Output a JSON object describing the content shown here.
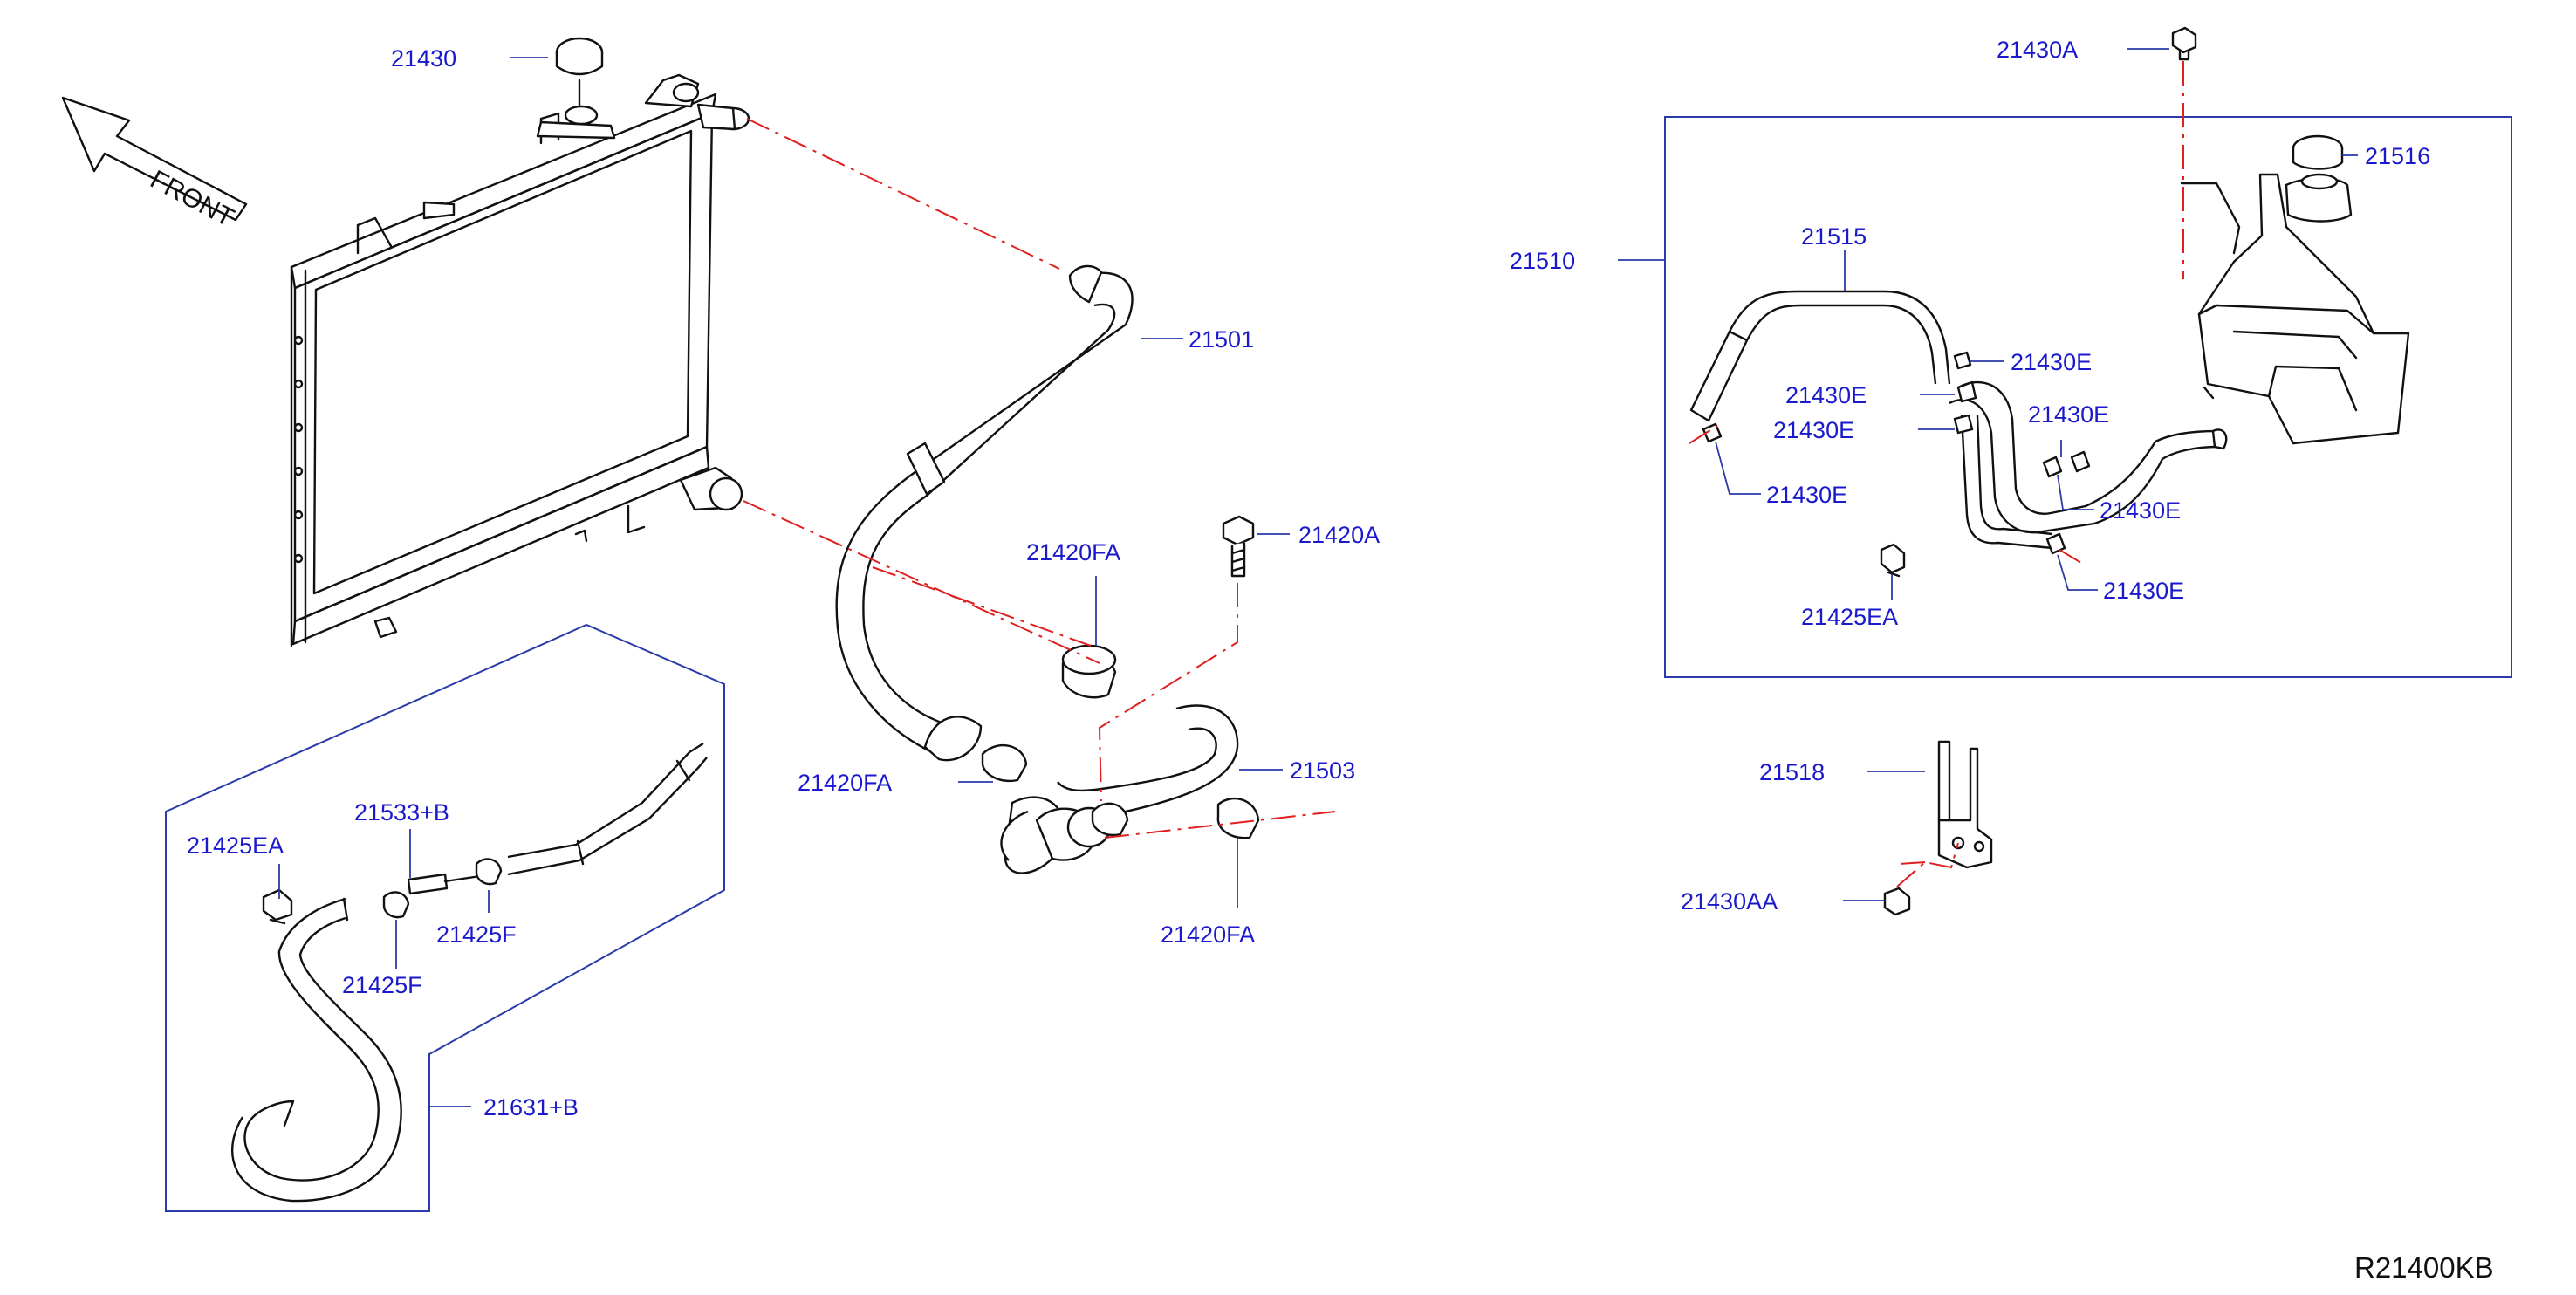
{
  "colors": {
    "label": "#1a1acc",
    "leader": "#2a3aa8",
    "centerline": "#e02020",
    "part": "#111111"
  },
  "front_label": "FRONT",
  "diagram_code": "R21400KB",
  "labels": {
    "l21430": "21430",
    "l21501": "21501",
    "l21420A": "21420A",
    "l21420FA_top": "21420FA",
    "l21420FA_left": "21420FA",
    "l21503": "21503",
    "l21420FA_bottom": "21420FA",
    "l21425EA_left": "21425EA",
    "l21533B": "21533+B",
    "l21425F_right": "21425F",
    "l21425F_left": "21425F",
    "l21631B": "21631+B",
    "l21430A": "21430A",
    "l21516": "21516",
    "l21510": "21510",
    "l21515": "21515",
    "l21430E_1": "21430E",
    "l21430E_2": "21430E",
    "l21430E_3": "21430E",
    "l21430E_4": "21430E",
    "l21430E_5": "21430E",
    "l21430E_6": "21430E",
    "l21430E_7": "21430E",
    "l21425EA_right": "21425EA",
    "l21518": "21518",
    "l21430AA": "21430AA"
  }
}
